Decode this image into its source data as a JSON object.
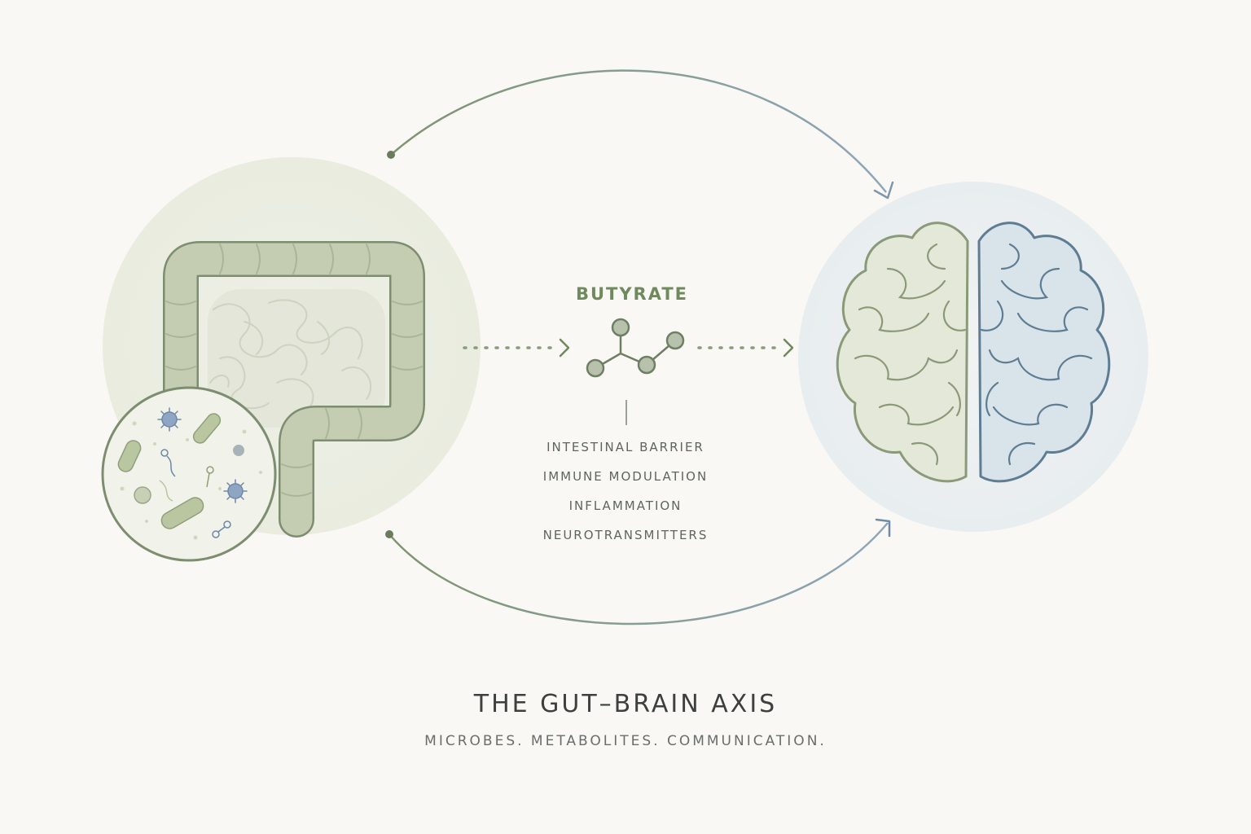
{
  "molecule": {
    "name": "BUTYRATE"
  },
  "effects": [
    "INTESTINAL BARRIER",
    "IMMUNE MODULATION",
    "INFLAMMATION",
    "NEUROTRANSMITTERS"
  ],
  "title": "THE GUT–BRAIN AXIS",
  "subtitle": "MICROBES. METABOLITES. COMMUNICATION.",
  "colors": {
    "background": "#faf8f4",
    "gut_fill": "#c4cdb1",
    "gut_stroke": "#7d8d6f",
    "brain_left_fill": "#e4e8d8",
    "brain_right_fill": "#d9e3ea",
    "brain_right_stroke": "#5f7d92",
    "accent_green": "#6f8a5c",
    "accent_blue": "#7c98b0"
  },
  "icons": [
    "intestine-icon",
    "microbiome-magnifier-icon",
    "butyrate-molecule-icon",
    "brain-icon",
    "upper-arc-arrow",
    "lower-arc-arrow"
  ]
}
